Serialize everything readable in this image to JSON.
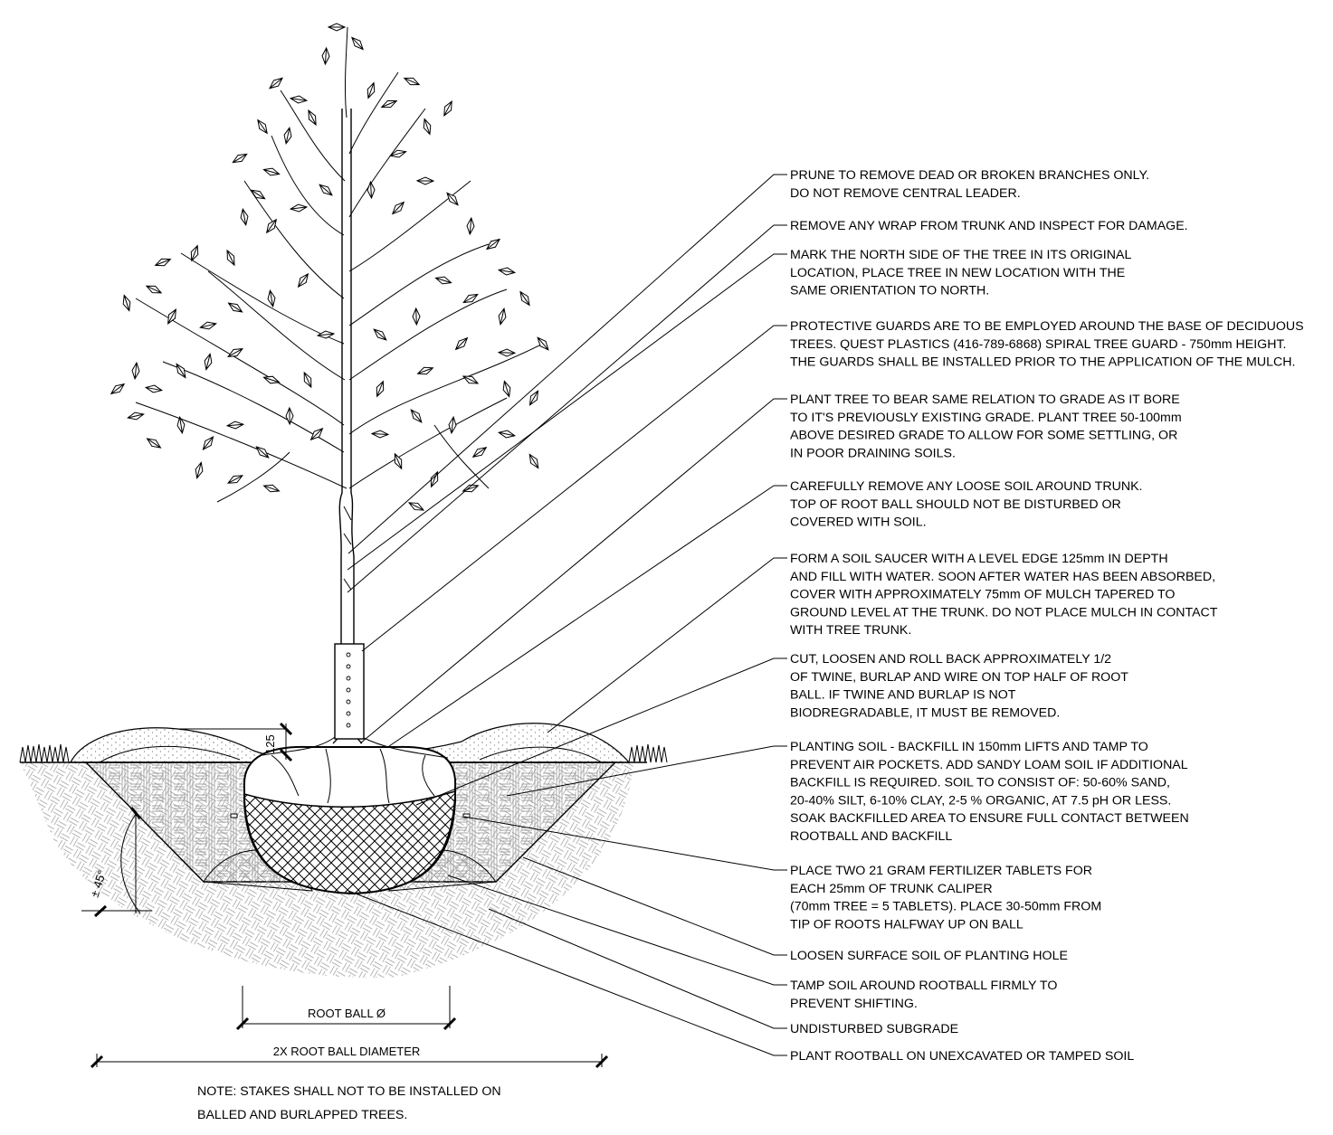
{
  "notes": [
    [
      "PRUNE TO REMOVE DEAD OR BROKEN BRANCHES ONLY.",
      "DO NOT REMOVE CENTRAL LEADER."
    ],
    [
      "REMOVE ANY WRAP FROM TRUNK AND INSPECT FOR DAMAGE."
    ],
    [
      "MARK THE NORTH SIDE OF THE TREE IN ITS ORIGINAL",
      "LOCATION, PLACE TREE IN NEW LOCATION WITH THE",
      "SAME ORIENTATION TO NORTH."
    ],
    [
      "PROTECTIVE GUARDS ARE TO BE EMPLOYED AROUND THE BASE OF DECIDUOUS",
      "TREES. QUEST PLASTICS (416-789-6868) SPIRAL TREE GUARD - 750mm HEIGHT.",
      "THE GUARDS SHALL BE INSTALLED PRIOR TO THE APPLICATION OF THE MULCH."
    ],
    [
      "PLANT TREE TO BEAR SAME RELATION TO GRADE AS IT BORE",
      "TO IT'S PREVIOUSLY EXISTING GRADE.  PLANT TREE 50-100mm",
      "ABOVE DESIRED GRADE TO ALLOW FOR SOME SETTLING, OR",
      "IN POOR DRAINING SOILS."
    ],
    [
      "CAREFULLY REMOVE ANY LOOSE SOIL AROUND TRUNK.",
      "TOP OF ROOT BALL SHOULD NOT BE DISTURBED OR",
      "COVERED WITH SOIL."
    ],
    [
      "FORM A SOIL SAUCER WITH A LEVEL EDGE 125mm IN DEPTH",
      "AND FILL WITH WATER. SOON AFTER WATER HAS BEEN ABSORBED,",
      "COVER WITH APPROXIMATELY 75mm OF MULCH TAPERED TO",
      "GROUND LEVEL AT THE TRUNK. DO NOT PLACE MULCH IN CONTACT",
      "WITH TREE TRUNK."
    ],
    [
      "CUT, LOOSEN AND ROLL BACK APPROXIMATELY 1/2",
      "OF TWINE, BURLAP AND WIRE ON TOP HALF OF ROOT",
      "BALL. IF TWINE AND BURLAP IS NOT",
      "BIODREGRADABLE, IT MUST BE REMOVED."
    ],
    [
      "PLANTING SOIL - BACKFILL IN 150mm LIFTS AND TAMP TO",
      "PREVENT AIR POCKETS. ADD SANDY LOAM SOIL IF ADDITIONAL",
      "BACKFILL IS REQUIRED. SOIL TO CONSIST OF: 50-60% SAND,",
      "20-40% SILT, 6-10% CLAY, 2-5 % ORGANIC, AT 7.5 pH OR LESS.",
      "SOAK BACKFILLED AREA TO ENSURE FULL CONTACT BETWEEN",
      "ROOTBALL AND BACKFILL"
    ],
    [
      "PLACE TWO 21 GRAM FERTILIZER TABLETS FOR",
      "EACH 25mm OF TRUNK CALIPER",
      "(70mm TREE = 5 TABLETS). PLACE 30-50mm FROM",
      "TIP OF ROOTS HALFWAY UP ON BALL"
    ],
    [
      "LOOSEN SURFACE SOIL OF PLANTING HOLE"
    ],
    [
      "TAMP SOIL AROUND ROOTBALL FIRMLY TO",
      "PREVENT SHIFTING."
    ],
    [
      "UNDISTURBED SUBGRADE"
    ],
    [
      "PLANT ROOTBALL ON UNEXCAVATED OR TAMPED SOIL"
    ]
  ],
  "dimensions": {
    "saucer_depth": "125",
    "slope_angle": "± 45°",
    "root_ball": "ROOT BALL Ø",
    "pit_width": "2X ROOT BALL DIAMETER"
  },
  "footnote": [
    "NOTE: STAKES SHALL NOT TO BE INSTALLED ON",
    "BALLED AND BURLAPPED TREES."
  ]
}
